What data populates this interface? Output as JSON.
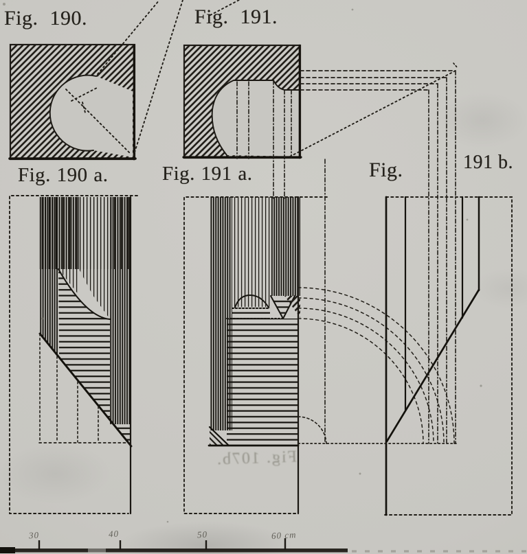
{
  "page": {
    "description": "Scanned book plate of technical section drawings",
    "paper_color": "#c8c7c2",
    "ink_color": "#1e1b16"
  },
  "labels": {
    "fig190": "Fig. 190.",
    "fig191": "Fig. 191.",
    "fig190a": "Fig. 190 a.",
    "fig191a": "Fig. 191 a.",
    "fig191b_prefix": "Fig.",
    "fig191b_suffix": "191 b."
  },
  "scale_bar": {
    "tick_labels": [
      "30",
      "40",
      "50",
      "60 cm"
    ]
  },
  "ghost_text": "Fig. 107b."
}
